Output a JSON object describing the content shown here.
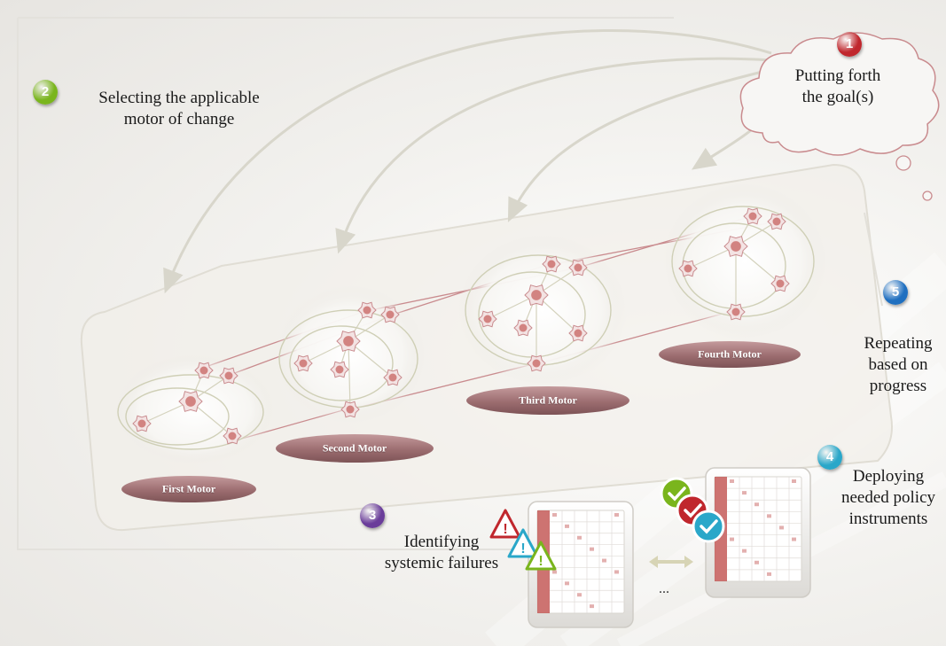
{
  "steps": [
    {
      "number": "1",
      "lines": [
        "Putting forth",
        "the goal(s)"
      ],
      "color": "#c0272d"
    },
    {
      "number": "2",
      "lines": [
        "Selecting the applicable",
        "motor of change"
      ],
      "color": "#7ab51d"
    },
    {
      "number": "3",
      "lines": [
        "Identifying",
        "systemic failures"
      ],
      "color": "#6a3d9a"
    },
    {
      "number": "4",
      "lines": [
        "Deploying",
        "needed policy",
        "instruments"
      ],
      "color": "#2aa7c9"
    },
    {
      "number": "5",
      "lines": [
        "Repeating",
        "based on",
        "progress"
      ],
      "color": "#1f6fc0"
    }
  ],
  "motors": [
    "First Motor",
    "Second Motor",
    "Third Motor",
    "Fourth Motor"
  ],
  "ellipsis": "...",
  "colors": {
    "motor_label_bg": "#a7797c",
    "node_accent": "#c0504d",
    "curve": "#d6d4c8",
    "warning_red": "#c0272d",
    "warning_blue": "#2aa7c9",
    "warning_green": "#7ab51d",
    "check_green": "#7ab51d",
    "check_red": "#c0272d",
    "check_blue": "#2aa7c9"
  }
}
